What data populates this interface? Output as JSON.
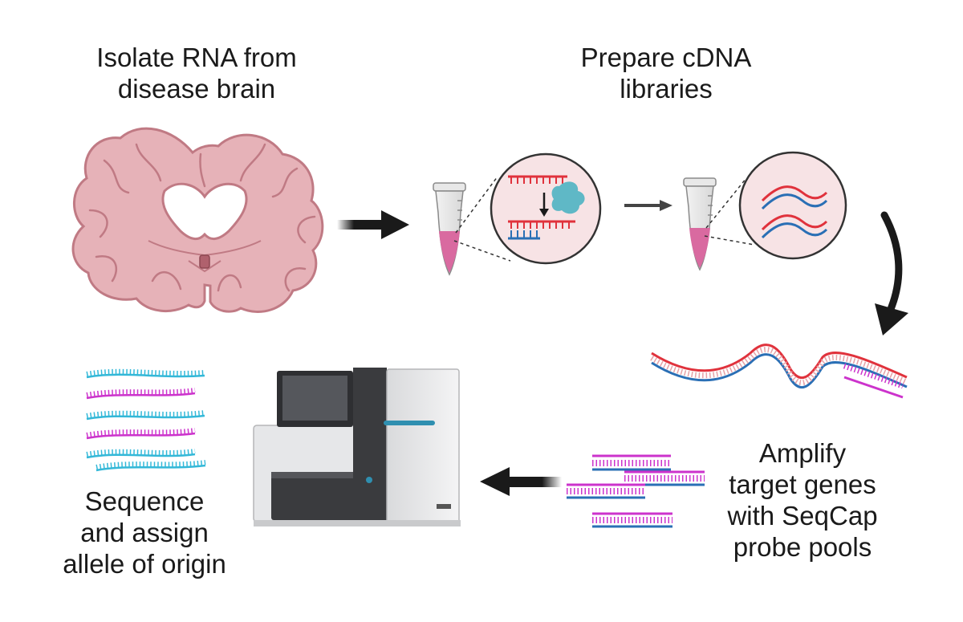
{
  "steps": {
    "isolate": {
      "lines": [
        "Isolate RNA from",
        "disease brain"
      ]
    },
    "prepare": {
      "lines": [
        "Prepare cDNA",
        "libraries"
      ]
    },
    "amplify": {
      "lines": [
        "Amplify",
        "target genes",
        "with SeqCap",
        "probe pools"
      ]
    },
    "sequence": {
      "lines": [
        "Sequence",
        "and assign",
        "allele of origin"
      ]
    }
  },
  "colors": {
    "brain_fill": "#e6b2b8",
    "brain_stroke": "#c07a84",
    "rna_red": "#e0323c",
    "dna_blue": "#2a6fb5",
    "probe_magenta": "#cc33cc",
    "read_cyan": "#33b8d8",
    "enzyme": "#5fb8c6",
    "tube_liquid": "#d96aa0",
    "arrow": "#1a1a1a"
  }
}
